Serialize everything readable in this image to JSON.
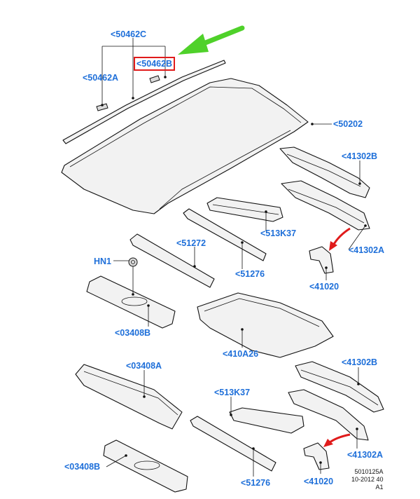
{
  "diagram": {
    "labels": {
      "p50462C": "<50462C",
      "p50462B": "<50462B",
      "p50462A": "<50462A",
      "p50202": "<50202",
      "p41302B_top": "<41302B",
      "p41302A_top": "<41302A",
      "p513K37_top": "<513K37",
      "p51272": "<51272",
      "p51276_top": "<51276",
      "pHN1": "HN1",
      "p41020_top": "<41020",
      "p03408B_top": "<03408B",
      "p410A26": "<410A26",
      "p03408A": "<03408A",
      "p41302B_bot": "<41302B",
      "p513K37_bot": "<513K37",
      "p41302A_bot": "<41302A",
      "p03408B_bot": "<03408B",
      "p51276_bot": "<51276",
      "p41020_bot": "<41020"
    },
    "drawing_code": {
      "line1": "5010125A",
      "line2": "10-2012 40",
      "line3": "A1"
    },
    "colors": {
      "label": "#1e6fd9",
      "highlight_box": "#e01b1b",
      "green_arrow": "#4fd12a",
      "red_arrow": "#e01b1b"
    }
  }
}
